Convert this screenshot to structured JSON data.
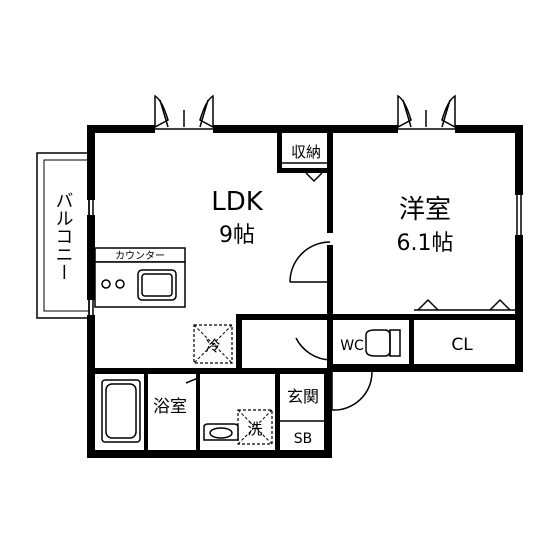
{
  "rooms": {
    "ldk": {
      "name": "LDK",
      "size": "9帖"
    },
    "western": {
      "name": "洋室",
      "size": "6.1帖"
    }
  },
  "labels": {
    "storage": "収納",
    "balcony": "バルコニー",
    "counter": "カウンター",
    "fridge": "冷",
    "wc": "WC",
    "closet": "CL",
    "bath": "浴室",
    "entrance": "玄関",
    "washer": "洗",
    "shoebox": "SB"
  }
}
